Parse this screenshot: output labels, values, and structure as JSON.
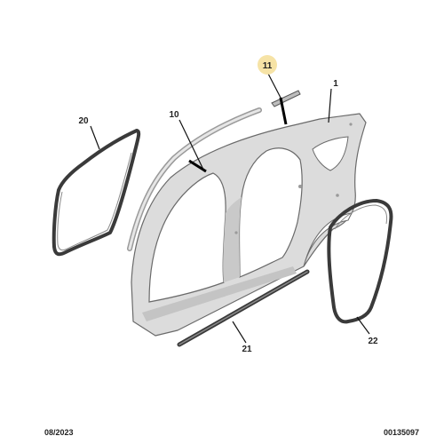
{
  "callouts": {
    "part_1": "1",
    "part_10": "10",
    "part_11": "11",
    "part_20": "20",
    "part_21": "21",
    "part_22": "22"
  },
  "highlight_color": "#f6e3a6",
  "footer": {
    "date": "08/2023",
    "reference": "00135097"
  }
}
